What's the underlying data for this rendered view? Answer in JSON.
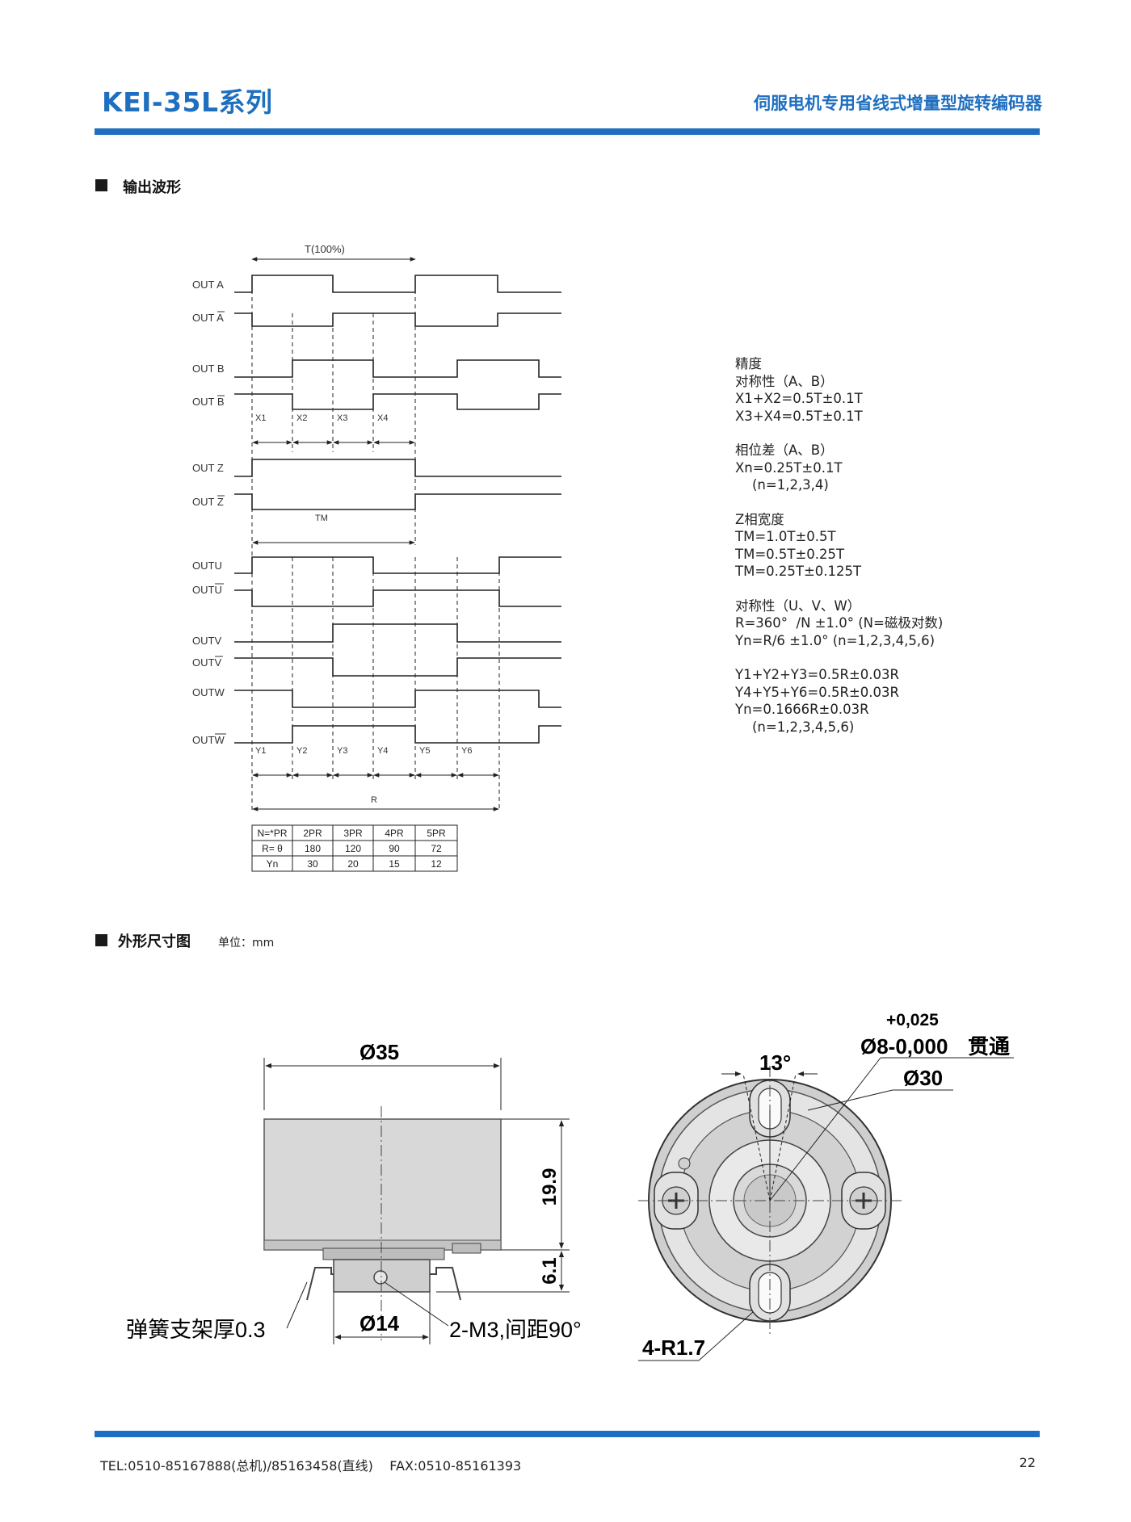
{
  "header": {
    "series": "KEI-35L系列",
    "subtitle": "伺服电机专用省线式增量型旋转编码器"
  },
  "section_waveform": {
    "title": "输出波形",
    "period_label": "T(100%)",
    "signals": [
      "OUT A",
      "OUT A",
      "OUT B",
      "OUT B",
      "OUT Z",
      "OUT Z",
      "OUTU",
      "OUTU",
      "OUTV",
      "OUTV",
      "OUTW",
      "OUTW"
    ],
    "x_labels": [
      "X1",
      "X2",
      "X3",
      "X4"
    ],
    "tm_label": "TM",
    "y_labels": [
      "Y1",
      "Y2",
      "Y3",
      "Y4",
      "Y5",
      "Y6"
    ],
    "r_label": "R",
    "table": {
      "header": [
        "N=*PR",
        "2PR",
        "3PR",
        "4PR",
        "5PR"
      ],
      "rows": [
        [
          "R= θ",
          "180",
          "120",
          "90",
          "72"
        ],
        [
          "Yn",
          "30",
          "20",
          "15",
          "12"
        ]
      ]
    }
  },
  "specs": [
    "精度",
    "对称性（A、B）",
    "X1+X2=0.5T±0.1T",
    "X3+X4=0.5T±0.1T",
    "",
    "相位差（A、B）",
    "Xn=0.25T±0.1T",
    "    (n=1,2,3,4)",
    "",
    "Z相宽度",
    "TM=1.0T±0.5T",
    "TM=0.5T±0.25T",
    "TM=0.25T±0.125T",
    "",
    "对称性（U、V、W）",
    "R=360°  /N ±1.0° (N=磁极对数)",
    "Yn=R/6 ±1.0° (n=1,2,3,4,5,6)",
    "",
    "Y1+Y2+Y3=0.5R±0.03R",
    "Y4+Y5+Y6=0.5R±0.03R",
    "Yn=0.1666R±0.03R",
    "    (n=1,2,3,4,5,6)"
  ],
  "section_dimension": {
    "title": "外形尺寸图",
    "unit": "单位：mm",
    "side": {
      "diameter": "Ø35",
      "height": "19.9",
      "base_height": "6.1",
      "bottom_diameter": "Ø14",
      "spring_note": "弹簧支架厚0.3",
      "screw_note": "2-M3,间距90°"
    },
    "front": {
      "angle": "13°",
      "tol_upper": "+0,025",
      "shaft_d": "Ø8-0,000",
      "through": "贯通",
      "outer_d": "Ø30",
      "slots": "4-R1.7"
    }
  },
  "footer": {
    "contact": "TEL:0510-85167888(总机)/85163458(直线)    FAX:0510-85161393",
    "page": "22"
  },
  "colors": {
    "accent": "#1f6fc0",
    "text": "#1a1a1a",
    "body_gray": "#d8d8d8"
  }
}
